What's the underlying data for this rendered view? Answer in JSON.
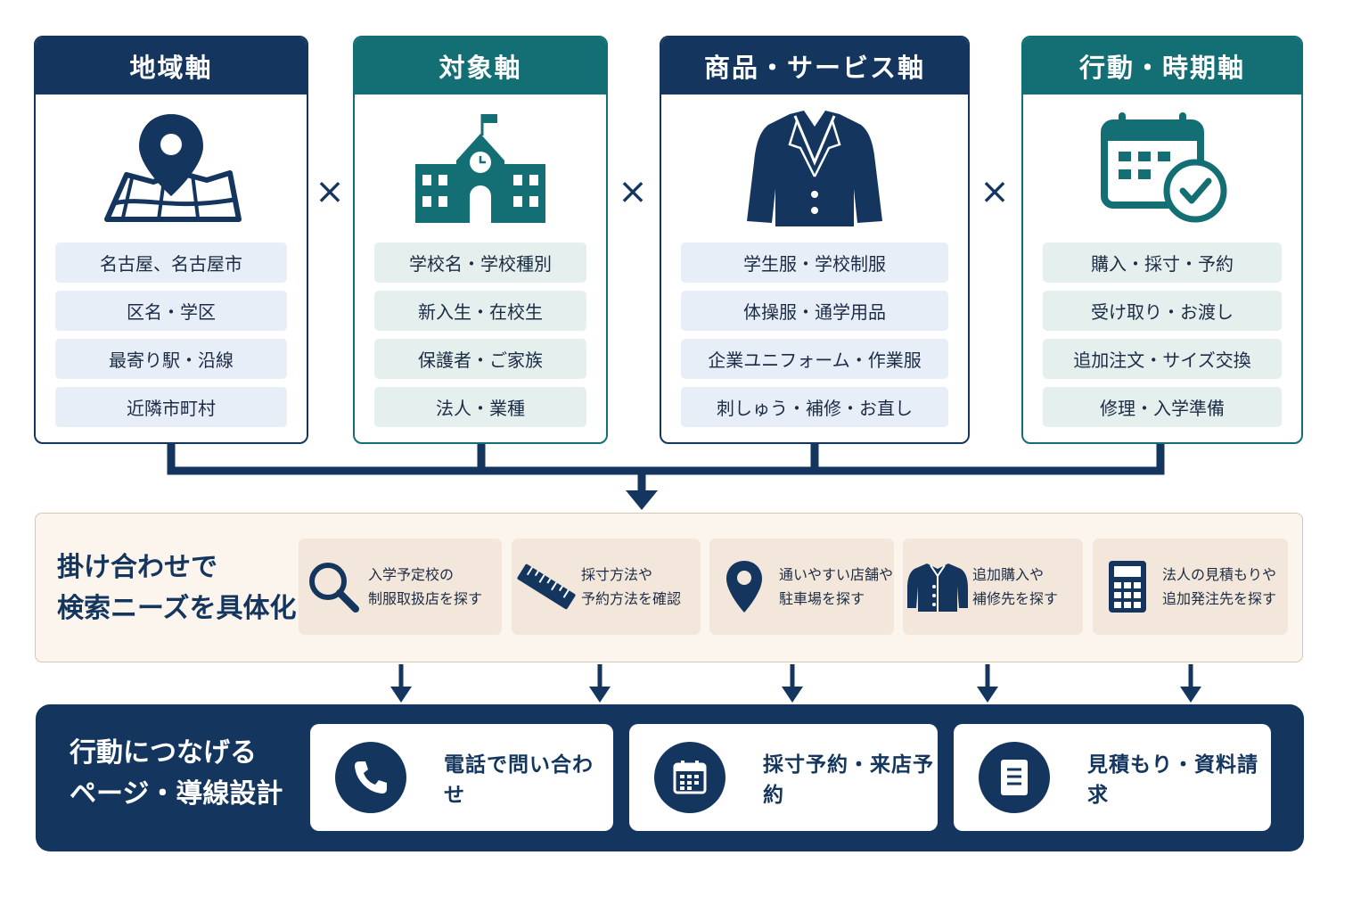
{
  "axes": [
    {
      "title": "地域軸",
      "icon": "map-pin-icon",
      "items": [
        "名古屋、名古屋市",
        "区名・学区",
        "最寄り駅・沿線",
        "近隣市町村"
      ]
    },
    {
      "title": "対象軸",
      "icon": "school-building-icon",
      "items": [
        "学校名・学校種別",
        "新入生・在校生",
        "保護者・ご家族",
        "法人・業種"
      ]
    },
    {
      "title": "商品・サービス軸",
      "icon": "blazer-icon",
      "items": [
        "学生服・学校制服",
        "体操服・通学用品",
        "企業ユニフォーム・作業服",
        "刺しゅう・補修・お直し"
      ]
    },
    {
      "title": "行動・時期軸",
      "icon": "calendar-check-icon",
      "items": [
        "購入・採寸・予約",
        "受け取り・お渡し",
        "追加注文・サイズ交換",
        "修理・入学準備"
      ]
    }
  ],
  "operator": "×",
  "combine": {
    "title_line1": "掛け合わせで",
    "title_line2": "検索ニーズを具体化",
    "needs": [
      {
        "icon": "search-icon",
        "line1": "入学予定校の",
        "line2": "制服取扱店を探す"
      },
      {
        "icon": "ruler-icon",
        "line1": "採寸方法や",
        "line2": "予約方法を確認"
      },
      {
        "icon": "location-pin-icon",
        "line1": "通いやすい店舗や",
        "line2": "駐車場を探す"
      },
      {
        "icon": "jacket-icon",
        "line1": "追加購入や",
        "line2": "補修先を探す"
      },
      {
        "icon": "calculator-icon",
        "line1": "法人の見積もりや",
        "line2": "追加発注先を探す"
      }
    ]
  },
  "actions": {
    "title_line1": "行動につなげる",
    "title_line2": "ページ・導線設計",
    "items": [
      {
        "icon": "phone-icon",
        "label": "電話で問い合わせ"
      },
      {
        "icon": "calendar-icon",
        "label": "採寸予約・来店予約"
      },
      {
        "icon": "document-icon",
        "label": "見積もり・資料請求"
      }
    ]
  },
  "colors": {
    "navy": "#14365e",
    "teal": "#136f73",
    "beige": "#fbf5ee",
    "need_bg": "#f3e6da"
  }
}
